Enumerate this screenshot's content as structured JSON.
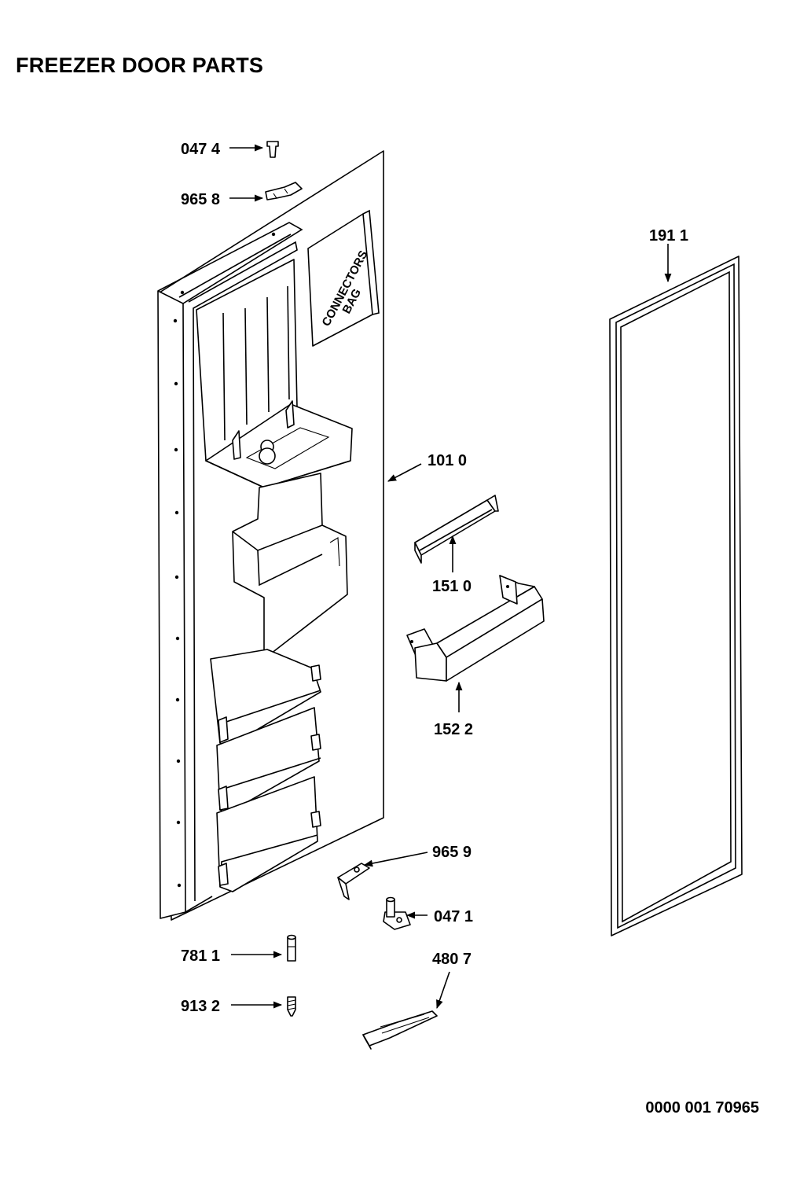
{
  "title": "FREEZER DOOR PARTS",
  "document_number": "0000 001 70965",
  "connectors_bag": {
    "line1": "CONNECTORS",
    "line2": "BAG"
  },
  "callouts": {
    "p0474": "047 4",
    "p9658": "965 8",
    "p1911": "191 1",
    "p1010": "101 0",
    "p1510": "151 0",
    "p1522": "152 2",
    "p9659": "965 9",
    "p0471": "047 1",
    "p7811": "781 1",
    "p4807": "480 7",
    "p9132": "913 2"
  }
}
